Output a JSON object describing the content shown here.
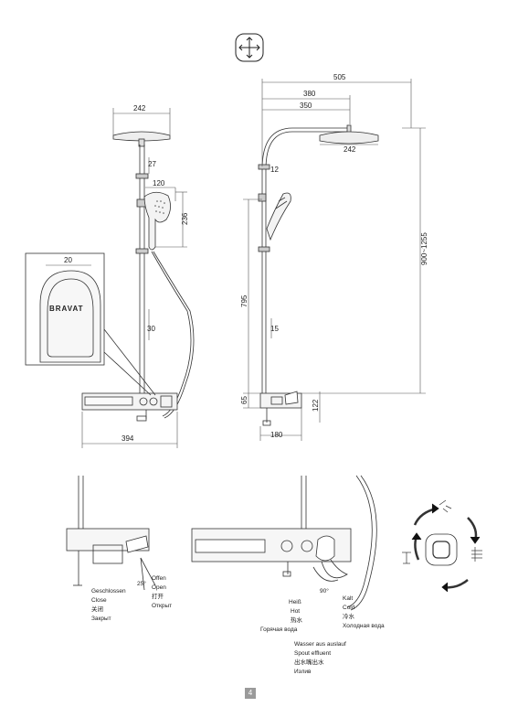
{
  "dimensions": {
    "head_width_left": "242",
    "arm_gap": "27",
    "hand_shower_width": "120",
    "hand_shower_height": "236",
    "logo_offset": "20",
    "slide_gap": "30",
    "total_width_left": "394",
    "reach_505": "505",
    "reach_380": "380",
    "reach_350": "350",
    "head_width_right": "242",
    "gap_12": "12",
    "height_range": "900~1255",
    "rail_795": "795",
    "gap_15": "15",
    "base_65": "65",
    "mixer_180": "180",
    "mixer_122": "122",
    "angle_25": "25°",
    "angle_90": "90°"
  },
  "brand": "BRAVAT",
  "labels": {
    "closed": [
      "Geschlossen",
      "Close",
      "关闭",
      "Закрыт"
    ],
    "open": [
      "Offen",
      "Open",
      "打开",
      "Открыт"
    ],
    "hot": [
      "Heiß",
      "Hot",
      "热水",
      "Горячая вода"
    ],
    "cold": [
      "Kalt",
      "Cold",
      "冷水",
      "Холодная вода"
    ],
    "spout": [
      "Wasser aus auslauf",
      "Spout effluent",
      "出水嘴出水",
      "Излив"
    ]
  },
  "page_number": "4"
}
